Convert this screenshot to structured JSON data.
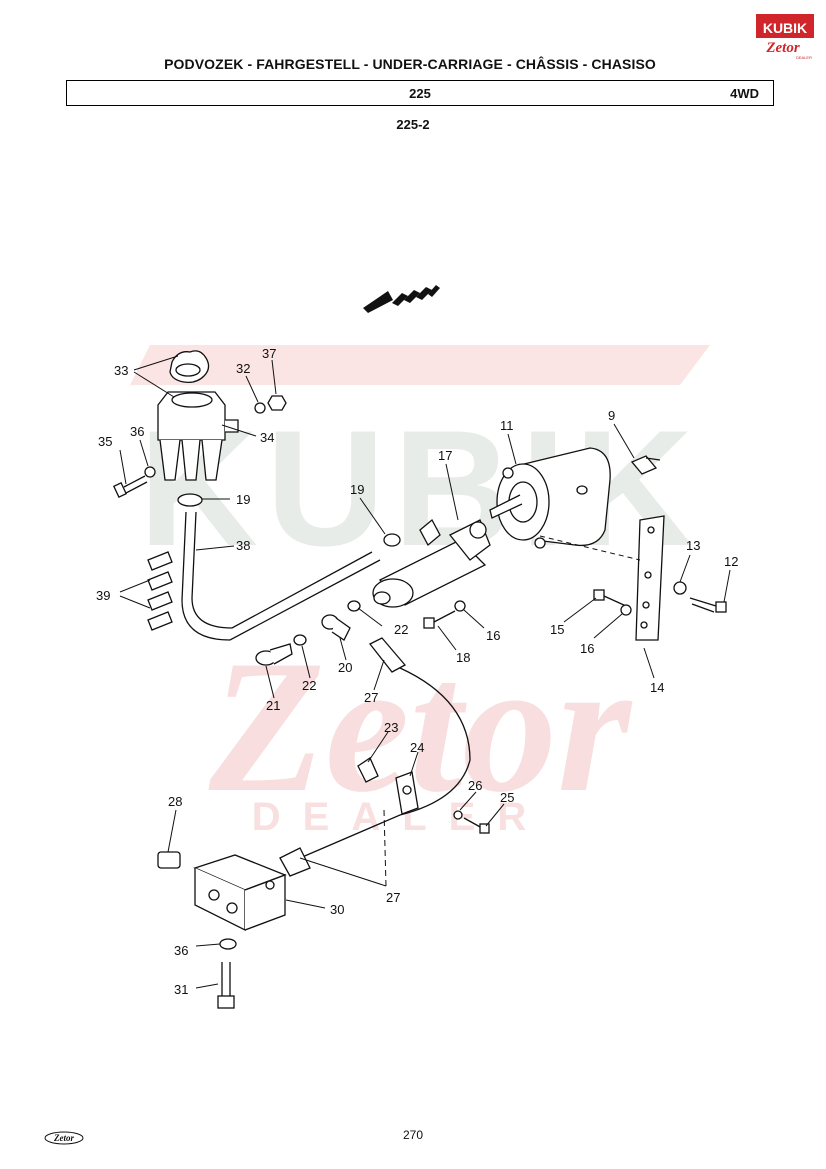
{
  "header": {
    "title": "PODVOZEK - FAHRGESTELL - UNDER-CARRIAGE - CHÂSSIS - CHASISO",
    "model": "225",
    "variant": "4WD",
    "group_code": "225-2"
  },
  "logo": {
    "text_top": "KUBIK",
    "text_bottom": "Zetor",
    "dealer": "DEALER"
  },
  "watermark": {
    "text_top": "KUBIK",
    "text_bottom": "Zetor",
    "dealer": "DEALER"
  },
  "footer": {
    "logo_text": "Zetor",
    "page_number": "270"
  },
  "part_labels": [
    "33",
    "37",
    "32",
    "34",
    "35",
    "36",
    "19",
    "38",
    "39",
    "19",
    "17",
    "11",
    "9",
    "13",
    "12",
    "15",
    "16",
    "14",
    "22",
    "16",
    "18",
    "20",
    "22",
    "21",
    "27",
    "23",
    "24",
    "26",
    "25",
    "28",
    "27",
    "30",
    "36",
    "31"
  ],
  "colors": {
    "ink": "#111111",
    "watermark_red": "#f6d3d3",
    "watermark_gray": "#e6ebe8",
    "logo_red": "#d0262b"
  }
}
